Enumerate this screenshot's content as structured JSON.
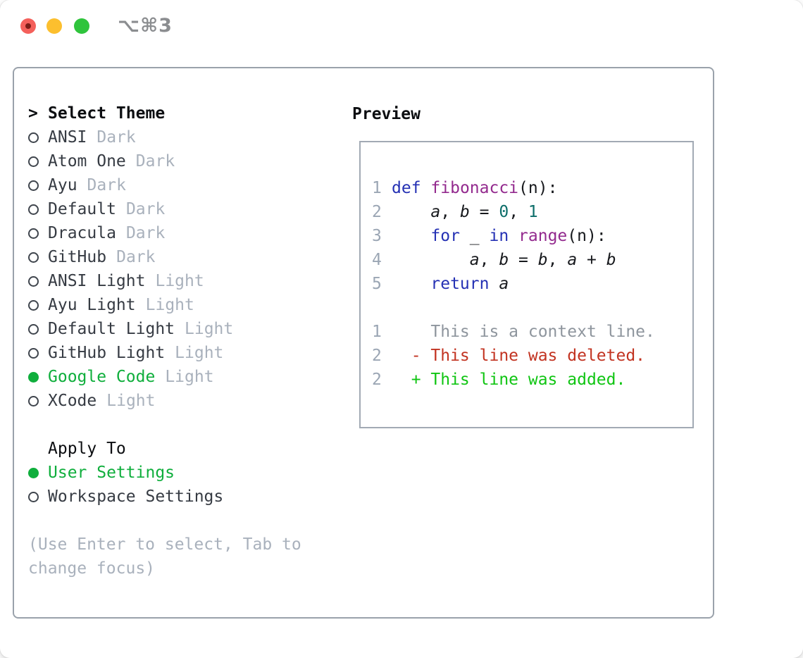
{
  "window": {
    "shortcut": "⌥⌘3"
  },
  "palette": {
    "tl_red": "#f4605b",
    "tl_red_dot": "#7c1d17",
    "tl_yellow": "#fcbf2e",
    "tl_green": "#2fc43c",
    "shortcut": "#8b8d90",
    "panel_border": "#9aa2ab",
    "preview_border": "#a2aab4",
    "header_text": "#0c0e11",
    "list_text": "#363b43",
    "muted": "#a9b1bc",
    "circle": "#3f454d",
    "selected_green": "#0fae3c",
    "line_number": "#9ba6b4",
    "keyword": "#2531b4",
    "function": "#932a8e",
    "literal": "#0d6e6a",
    "code_text": "#17191d",
    "context": "#8e959d",
    "deleted": "#c23321",
    "added": "#10c513"
  },
  "theme_selector": {
    "prompt": ">",
    "title": "Select Theme",
    "items": [
      {
        "name": "ANSI",
        "variant": "Dark",
        "selected": false
      },
      {
        "name": "Atom One",
        "variant": "Dark",
        "selected": false
      },
      {
        "name": "Ayu",
        "variant": "Dark",
        "selected": false
      },
      {
        "name": "Default",
        "variant": "Dark",
        "selected": false
      },
      {
        "name": "Dracula",
        "variant": "Dark",
        "selected": false
      },
      {
        "name": "GitHub",
        "variant": "Dark",
        "selected": false
      },
      {
        "name": "ANSI Light",
        "variant": "Light",
        "selected": false
      },
      {
        "name": "Ayu Light",
        "variant": "Light",
        "selected": false
      },
      {
        "name": "Default Light",
        "variant": "Light",
        "selected": false
      },
      {
        "name": "GitHub Light",
        "variant": "Light",
        "selected": false
      },
      {
        "name": "Google Code",
        "variant": "Light",
        "selected": true
      },
      {
        "name": "XCode",
        "variant": "Light",
        "selected": false
      }
    ]
  },
  "apply_to": {
    "title": "Apply To",
    "options": [
      {
        "label": "User Settings",
        "selected": true
      },
      {
        "label": "Workspace Settings",
        "selected": false
      }
    ]
  },
  "help": {
    "lines": [
      "(Use Enter to select, Tab to",
      "change focus)"
    ]
  },
  "preview": {
    "title": "Preview",
    "code_lines": [
      {
        "num": "1",
        "tokens": [
          {
            "t": "def",
            "c": "kwd"
          },
          {
            "t": " ",
            "c": "pln"
          },
          {
            "t": "fibonacci",
            "c": "fn"
          },
          {
            "t": "(n):",
            "c": "pln"
          }
        ]
      },
      {
        "num": "2",
        "tokens": [
          {
            "t": "    ",
            "c": "pln"
          },
          {
            "t": "a",
            "c": "var"
          },
          {
            "t": ", ",
            "c": "pln"
          },
          {
            "t": "b",
            "c": "var"
          },
          {
            "t": " = ",
            "c": "pln"
          },
          {
            "t": "0",
            "c": "lit"
          },
          {
            "t": ", ",
            "c": "pln"
          },
          {
            "t": "1",
            "c": "lit"
          }
        ]
      },
      {
        "num": "3",
        "tokens": [
          {
            "t": "    ",
            "c": "pln"
          },
          {
            "t": "for",
            "c": "kwd"
          },
          {
            "t": " _ ",
            "c": "pln"
          },
          {
            "t": "in",
            "c": "kwd"
          },
          {
            "t": " ",
            "c": "pln"
          },
          {
            "t": "range",
            "c": "fn"
          },
          {
            "t": "(n):",
            "c": "pln"
          }
        ]
      },
      {
        "num": "4",
        "tokens": [
          {
            "t": "        ",
            "c": "pln"
          },
          {
            "t": "a",
            "c": "var"
          },
          {
            "t": ", ",
            "c": "pln"
          },
          {
            "t": "b",
            "c": "var"
          },
          {
            "t": " = ",
            "c": "pln"
          },
          {
            "t": "b",
            "c": "var"
          },
          {
            "t": ", ",
            "c": "pln"
          },
          {
            "t": "a",
            "c": "var"
          },
          {
            "t": " + ",
            "c": "pln"
          },
          {
            "t": "b",
            "c": "var"
          }
        ]
      },
      {
        "num": "5",
        "tokens": [
          {
            "t": "    ",
            "c": "pln"
          },
          {
            "t": "return",
            "c": "kwd"
          },
          {
            "t": " ",
            "c": "pln"
          },
          {
            "t": "a",
            "c": "var"
          }
        ]
      },
      {
        "num": "",
        "tokens": []
      },
      {
        "num": "1",
        "tokens": [
          {
            "t": "    This is a context line.",
            "c": "ctx"
          }
        ]
      },
      {
        "num": "2",
        "tokens": [
          {
            "t": "  - This line was deleted.",
            "c": "del"
          }
        ]
      },
      {
        "num": "2",
        "tokens": [
          {
            "t": "  + This line was added.",
            "c": "add"
          }
        ]
      }
    ]
  }
}
